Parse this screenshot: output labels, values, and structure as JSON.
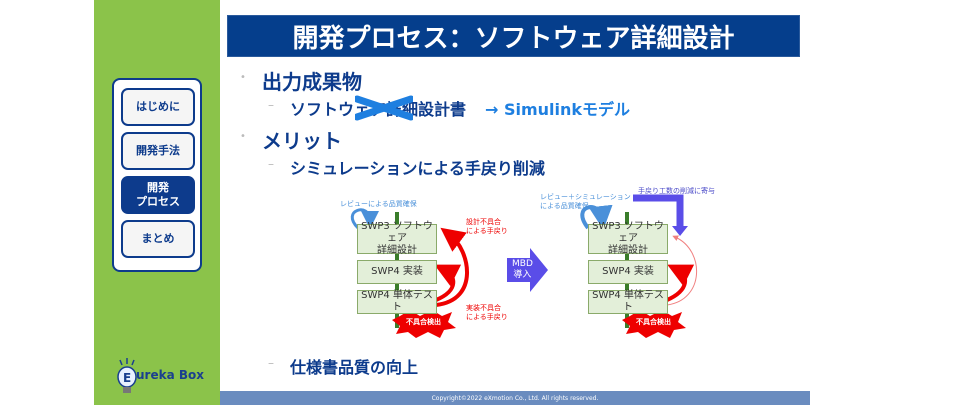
{
  "sidebar": {
    "items": [
      {
        "label": "はじめに",
        "active": false
      },
      {
        "label": "開発手法",
        "active": false
      },
      {
        "label": "開発\nプロセス",
        "active": true
      },
      {
        "label": "まとめ",
        "active": false
      }
    ],
    "logo": {
      "letter": "E",
      "text": "ureka Box"
    }
  },
  "slide": {
    "title": "開発プロセス：ソフトウェア詳細設計",
    "bullets": {
      "b1": "出力成果物",
      "b1_sub_prefix": "ソフトウェア詳細設計書",
      "b1_sub_arrow": "→ Simulinkモデル",
      "b2": "メリット",
      "b2_sub1": "シミュレーションによる手戻り削減",
      "b2_sub2": "仕様書品質の向上"
    },
    "diagram_before": {
      "review_note": "レビューによる品質確保",
      "box1": "SWP3 ソフトウェア\n詳細設計",
      "box2": "SWP4 実装",
      "box3": "SWP4 単体テスト",
      "note_design": "設計不具合\nによる手戻り",
      "note_impl": "実装不具合\nによる手戻り",
      "defect_label": "不具合検出"
    },
    "mbd_arrow": "MBD\n導入",
    "diagram_after": {
      "review_note": "レビュー＋シミュレーション\nによる品質確保",
      "reduction_note": "手戻り工数の削減に寄与",
      "box1": "SWP3 ソフトウェア\n詳細設計",
      "box2": "SWP4 実装",
      "box3": "SWP4 単体テスト",
      "defect_label": "不具合検出"
    },
    "footer": "Copyright©2022 eXmotion Co., Ltd. All rights reserved."
  }
}
